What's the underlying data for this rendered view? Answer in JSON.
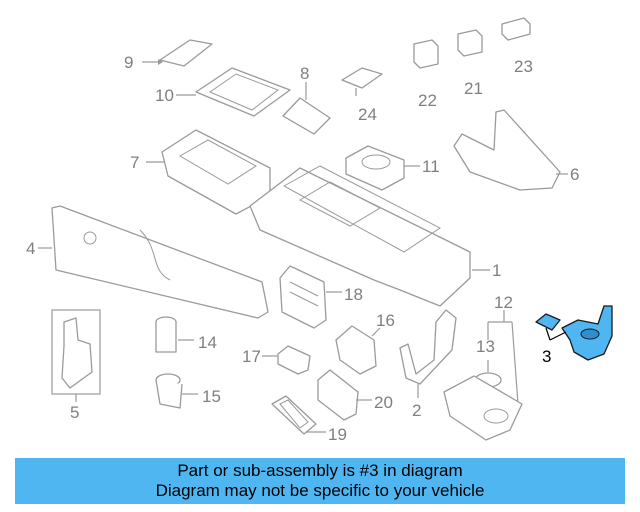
{
  "diagram": {
    "callouts": [
      "9",
      "10",
      "8",
      "24",
      "22",
      "21",
      "23",
      "7",
      "11",
      "6",
      "4",
      "1",
      "18",
      "12",
      "5",
      "14",
      "16",
      "13",
      "3",
      "17",
      "15",
      "2",
      "20",
      "19"
    ],
    "highlighted_part": "3"
  },
  "banner": {
    "line1": "Part or sub-assembly is #3 in diagram",
    "line2": "Diagram may not be specific to your vehicle"
  },
  "colors": {
    "highlight": "#4fb6f2",
    "banner_bg": "#4fb6f2",
    "line": "#9a9a9a"
  }
}
